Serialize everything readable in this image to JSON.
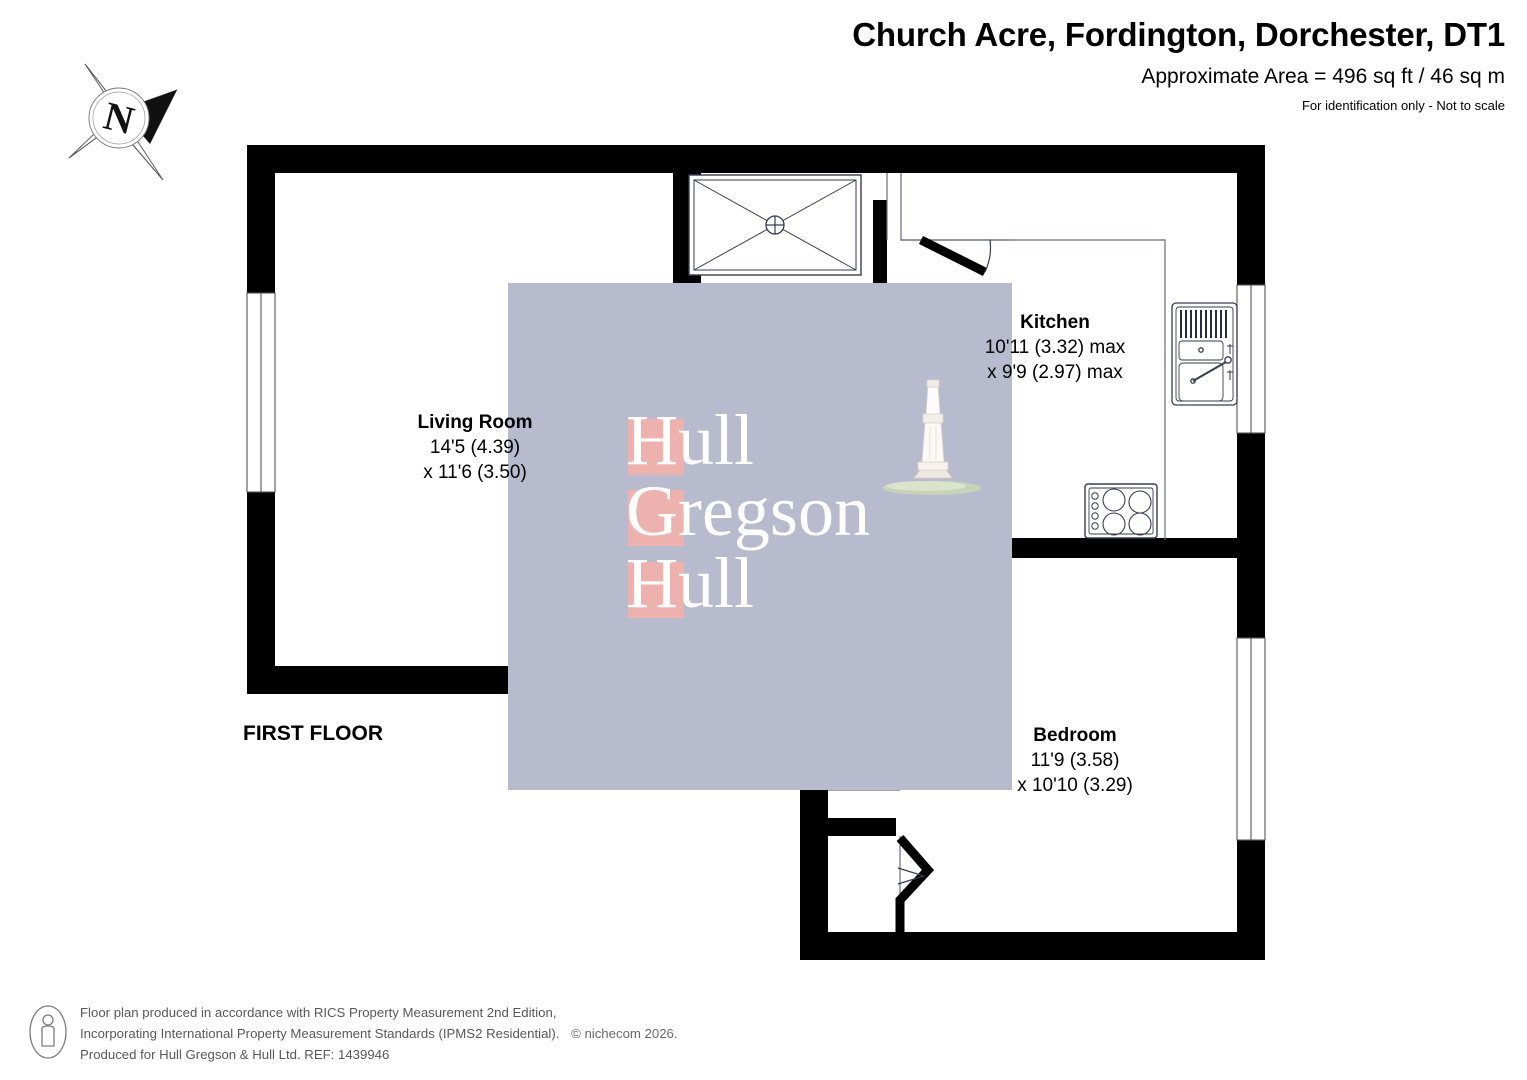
{
  "header": {
    "title": "Church Acre, Fordington, Dorchester, DT1",
    "area": "Approximate Area = 496 sq ft / 46 sq m",
    "subnote": "For identification only - Not to scale"
  },
  "compass": {
    "label": "N",
    "icon": "compass-rose-icon"
  },
  "plan": {
    "floor_label": "FIRST FLOOR",
    "rooms": [
      {
        "key": "living",
        "name": "Living Room",
        "dim_line_1": "14'5 (4.39)",
        "dim_line_2": "x 11'6 (3.50)"
      },
      {
        "key": "kitchen",
        "name": "Kitchen",
        "dim_line_1": "10'11 (3.32) max",
        "dim_line_2": "x 9'9 (2.97) max"
      },
      {
        "key": "bedroom",
        "name": "Bedroom",
        "dim_line_1": "11'9 (3.58)",
        "dim_line_2": "x 10'10 (3.29)"
      }
    ],
    "fixtures": [
      {
        "name": "shower-tray-icon"
      },
      {
        "name": "toilet-icon"
      },
      {
        "name": "bath-icon"
      },
      {
        "name": "kitchen-sink-icon"
      },
      {
        "name": "hob-icon"
      },
      {
        "name": "bifold-wardrobe-doors-icon"
      },
      {
        "name": "door-swing-icon"
      },
      {
        "name": "window-icon"
      }
    ],
    "colors": {
      "wall": "#000000",
      "shade": "#b8bace",
      "fixture_outline": "#3a3a50",
      "background": "#ffffff"
    }
  },
  "watermark": {
    "line1": "Hull",
    "line2": "Gregson",
    "line3": "Hull",
    "text_color": "#ffffff",
    "cap_bg_color": "#eeb2ae"
  },
  "footer": {
    "icon": "rics-person-icon",
    "line1": "Floor plan produced in accordance with RICS Property Measurement 2nd Edition,",
    "line2a": "Incorporating International Property Measurement Standards (IPMS2 Residential).",
    "line2b": "© nichecom 2026.",
    "line3": "Produced for Hull Gregson & Hull Ltd.   REF: 1439946"
  }
}
